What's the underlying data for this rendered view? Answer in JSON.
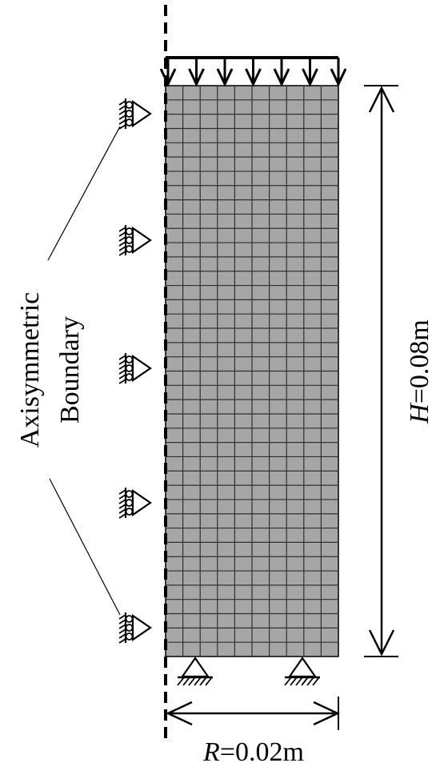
{
  "diagram": {
    "boundary_label_line1": "Axisymmetric",
    "boundary_label_line2": "Boundary",
    "height_symbol": "H",
    "height_value": "=0.08m",
    "radius_symbol": "R",
    "radius_value": "=0.02m",
    "mesh": {
      "columns": 10,
      "rows": 40
    },
    "roller_supports": 5,
    "pin_supports": 2,
    "load_arrows": 7,
    "colors": {
      "mesh_fill": "#a6a6a6",
      "mesh_lines": "#303030",
      "ink": "#000000"
    }
  }
}
